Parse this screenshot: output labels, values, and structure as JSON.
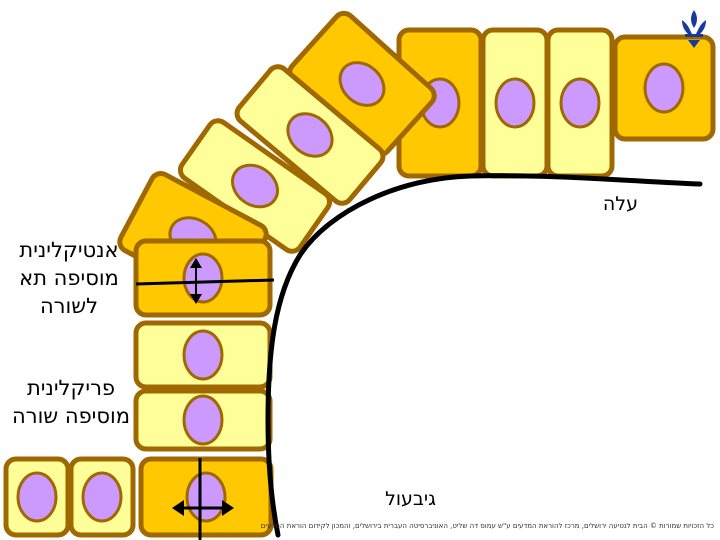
{
  "labels": {
    "leaf": "עלה",
    "stem": "גיבעול",
    "anticlinal": "אנטיקלינית מוסיפה תא לשורה",
    "periclinal": "פריקלינית מוסיפה שורה"
  },
  "credit": "כל הזכויות שמורות © הבית לנטיעה ירושלים, מרכז להוראת המדעים ע\"ש עמוס דה שליט, האוניברסיטה העברית בירושלים, והמכון לקידום הוראת המדעים",
  "colors": {
    "dark_cell": "#ffc800",
    "light_cell": "#ffff99",
    "border": "#a06800",
    "nucleus": "#cc99ff",
    "ink": "#000000",
    "logo": "#1a3a9a"
  },
  "icons": {
    "logo": "emblem-icon"
  }
}
